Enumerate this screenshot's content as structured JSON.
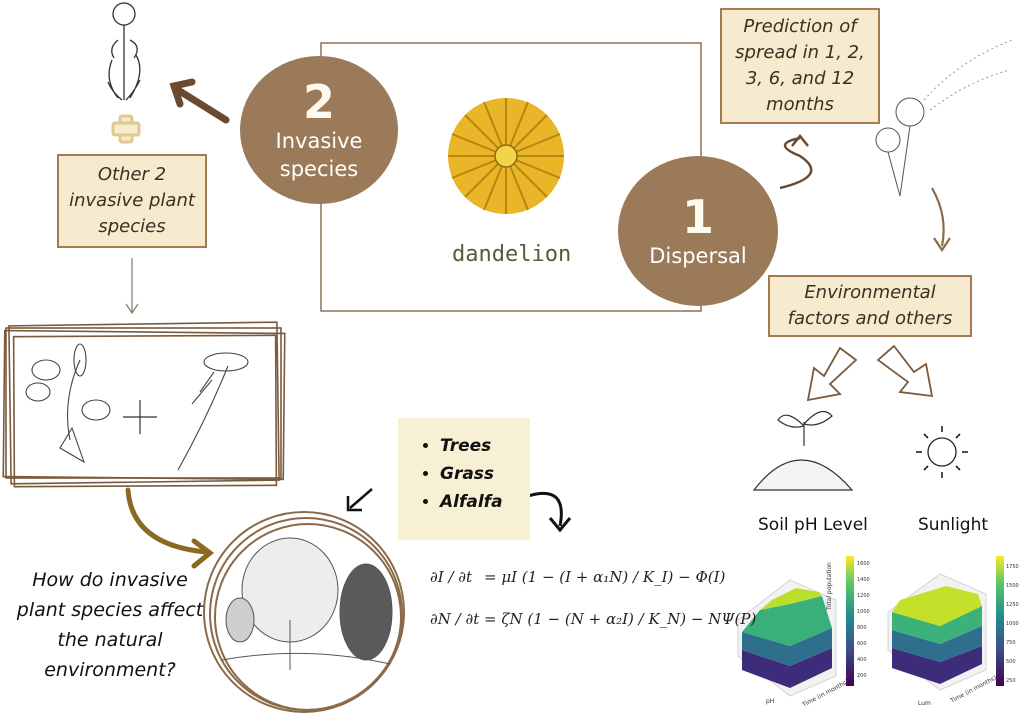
{
  "center": {
    "species_label": "dandelion"
  },
  "step_invasive": {
    "number": "2",
    "label_line1": "Invasive",
    "label_line2": "species"
  },
  "step_dispersal": {
    "number": "1",
    "label": "Dispersal"
  },
  "notes": {
    "prediction": "Prediction of spread in 1, 2, 3, 6, and 12 months",
    "other_species": "Other 2 invasive plant species",
    "environmental": "Environmental factors and others"
  },
  "factors": {
    "soil": "Soil pH Level",
    "sunlight": "Sunlight"
  },
  "vegetation": [
    "Trees",
    "Grass",
    "Alfalfa"
  ],
  "equations": {
    "eq1_lhs": "∂I / ∂t",
    "eq1_rhs": "= μI (1 − (I + α₁N) / K_I) − Φ(I)",
    "eq2_lhs": "∂N / ∂t",
    "eq2_rhs": "= ζN (1 − (N + α₂I) / K_N) − NΨ(P)"
  },
  "question": "How do invasive plant species affect the natural environment?",
  "plot_left": {
    "zlabel": "Total population",
    "xlabel": "pH",
    "ylabel": "Time (in months)",
    "colorbar_ticks": [
      "1600",
      "1400",
      "1200",
      "1000",
      "800",
      "600",
      "400",
      "200"
    ]
  },
  "plot_right": {
    "xlabel": "Lum",
    "ylabel": "Time (in months)",
    "colorbar_ticks": [
      "1750",
      "1500",
      "1250",
      "1000",
      "750",
      "500",
      "250"
    ]
  },
  "colors": {
    "brown": "#9a7a58",
    "note_fill": "#f6ebcf",
    "note_border": "#a37c52",
    "dark_brown": "#6b4a30"
  }
}
